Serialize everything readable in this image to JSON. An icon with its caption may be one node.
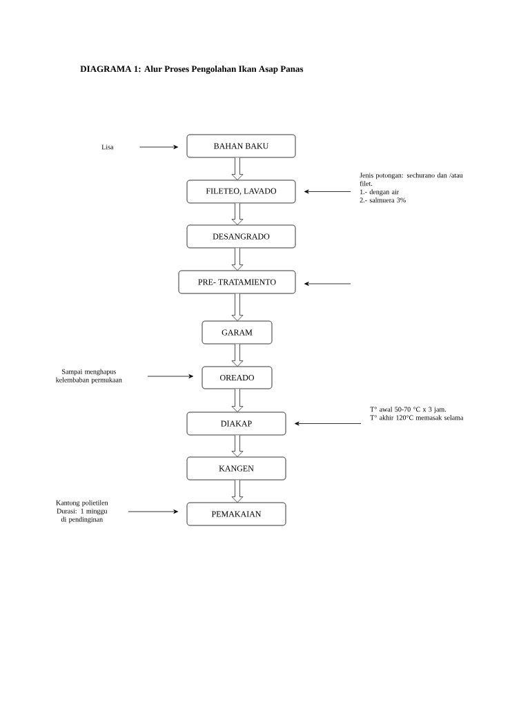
{
  "diagram": {
    "title": "DIAGRAMA 1: Alur Proses Pengolahan Ikan Asap Panas",
    "nodes": [
      {
        "text": [
          "BAHAN BAKU"
        ]
      },
      {
        "text": [
          "FILETEO, LAVADO"
        ]
      },
      {
        "text": [
          "DESANGRADO"
        ]
      },
      {
        "text": [
          "PRE- TRATAMIENTO"
        ]
      },
      {
        "text": [
          "GARAM"
        ]
      },
      {
        "text": [
          "OREADO"
        ]
      },
      {
        "text": [
          "DIAKAP"
        ]
      },
      {
        "text": [
          "KANGEN"
        ]
      },
      {
        "text": [
          "PEMAKAIAN"
        ]
      },
      {
        "text": [
          "Lisa"
        ]
      },
      {
        "text": [
          "Jenis potongan: sechurano dan /atau filet.",
          "1.- dengan air",
          "2.- salmuera 3%"
        ]
      },
      {
        "text": [
          "Sampai menghapus kelembaban permukaan"
        ]
      },
      {
        "text": [
          "T° awal 50-70 °C x 3 jam.",
          "T° akhir 120°C memasak selama"
        ]
      },
      {
        "text": [
          "Kantong polietilen Durasi: 1 minggu di pendinginan"
        ]
      }
    ],
    "edges": [
      {
        "from": 0,
        "to": 1,
        "arrow": "to"
      },
      {
        "from": 1,
        "to": 2,
        "arrow": "to"
      },
      {
        "from": 2,
        "to": 3,
        "arrow": "to"
      },
      {
        "from": 3,
        "to": 4,
        "arrow": "to"
      },
      {
        "from": 4,
        "to": 5,
        "arrow": "to"
      },
      {
        "from": 5,
        "to": 6,
        "arrow": "to"
      },
      {
        "from": 6,
        "to": 7,
        "arrow": "to"
      },
      {
        "from": 7,
        "to": 8,
        "arrow": "to"
      },
      {
        "from": 9,
        "to": 0,
        "arrow": "to"
      },
      {
        "from": 10,
        "to": 1,
        "arrow": "to"
      },
      {
        "from": null,
        "to": 3,
        "arrow": "to"
      },
      {
        "from": 11,
        "to": 5,
        "arrow": "to"
      },
      {
        "from": 12,
        "to": 6,
        "arrow": "to"
      },
      {
        "from": 13,
        "to": 8,
        "arrow": "to"
      }
    ]
  }
}
